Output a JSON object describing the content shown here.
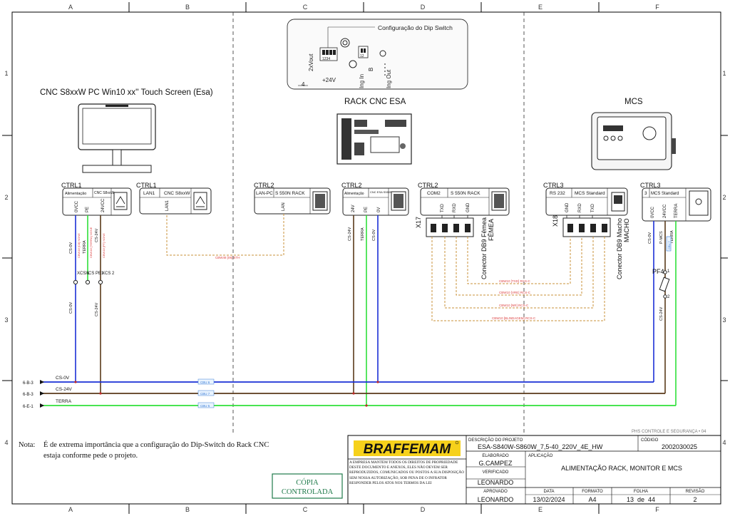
{
  "frame": {
    "columns": [
      "A",
      "B",
      "C",
      "D",
      "E",
      "F"
    ],
    "rows": [
      "1",
      "2",
      "3",
      "4"
    ]
  },
  "devices": {
    "pc_title": "CNC S8xxW PC Win10 xx'' Touch Screen (Esa)",
    "rack_title": "RACK CNC ESA",
    "mcs_title": "MCS",
    "dip_title": "Configuração do Dip Switch",
    "dip_labels": [
      "2xVout",
      "1234",
      "12",
      "+24V",
      "4",
      "Ing In",
      "Ing Out",
      "B"
    ]
  },
  "blocks": {
    "b1": {
      "name": "CTRL1",
      "h1": "Alimentação",
      "h2": "CNC S8xxW",
      "pins": [
        "0VCC",
        "PE",
        "24VCC"
      ]
    },
    "b2": {
      "name": "CTRL1",
      "h1": "LAN1",
      "h2": "CNC S8xxW",
      "pins": [
        "LAN1"
      ]
    },
    "b3": {
      "name": "CTRL2",
      "h1": "LAN-PC",
      "h2": "S 550N RACK",
      "pins": [
        "LAN"
      ]
    },
    "b4": {
      "name": "CTRL2",
      "h1": "Alimentação",
      "h2": "CNC ESA S550N RACK",
      "pins": [
        "24V",
        "PE",
        "0V"
      ]
    },
    "b5": {
      "name": "CTRL2",
      "h1": "COM2",
      "h2": "S 550N RACK",
      "pins": [
        "TXD",
        "RXD",
        "GND"
      ]
    },
    "b6": {
      "name": "CTRL3",
      "h1": "RS 232",
      "h2": "MCS Standard",
      "pins": [
        "GND",
        "RXD",
        "TXD"
      ]
    },
    "b7": {
      "name": "CTRL3",
      "h1": "3",
      "h2": "MCS Standard",
      "pins": [
        "0VCC",
        "24VCC",
        "TERRA"
      ]
    }
  },
  "connectors": {
    "x17": "X17",
    "x18": "X18",
    "x17_desc": "Conector DB9 Fêmea",
    "x17_desc2": "FÊMEA",
    "x18_desc": "Conector DB9 Macho",
    "x18_desc2": "MACHO"
  },
  "wires": {
    "cs0v": "CS-0V",
    "cs24v": "CS-24V",
    "terra": "TERRA",
    "pe": "PE",
    "xcs1": "XCS 1",
    "xpe1": "XCS PE1",
    "xcs2": "XCS 2",
    "pf4": "PF4",
    "pmcs": "P-MCS",
    "pf1": "1",
    "pf2": "2",
    "eth_cable": "CBW48 [06] ETH",
    "txd_cable": "CBW10 [TXD] RCS-C",
    "rxd_cable": "CBW10 [VRE] RCS-C",
    "gnd_cable": "CBW10 [NR] RCS-C",
    "shield_cable": "CBW10 [BLINDAGEM] RCS-C",
    "pc_w1": "CBW18 [C8] NONE",
    "pc_w2": "CBW18 [TERRA] NONE",
    "pc_w3": "CBW18 [PT] NONE",
    "mcs_tag": "CBU 7",
    "bus_tag_0v": "CBU 6",
    "bus_tag_24": "CBU 7",
    "bus_tag_t": "CBU 5"
  },
  "buses": [
    {
      "ref": "6-B-3",
      "label": "CS-0V",
      "color": "#1a2fd6"
    },
    {
      "ref": "6-B-3",
      "label": "CS-24V",
      "color": "#5a3a1a"
    },
    {
      "ref": "6-E-1",
      "label": "TERRA",
      "color": "#2fe03a"
    }
  ],
  "note": {
    "label": "Nota:",
    "line1": "É de extrema importância que a configuração do Dip-Switch do Rack CNC",
    "line2": "estaja conforme pede o projeto."
  },
  "stamp": {
    "line1": "CÓPIA",
    "line2": "CONTROLADA"
  },
  "title_block": {
    "top_right_caption": "PHS CONTROLE E SEGURANÇA • 04",
    "logo": "BRAFFEMAM",
    "disclaimer": "A EMPRESA MANTÉM TODOS OS DIREITOS DE PROPRIEDADE DESTE DOCUMENTO E ANEXOS, ELES NÃO DEVEM SER REPRODUZIDOS, COMUNICADOS OU POSTOS A SUA DISPOSIÇÃO SEM NOSSA AUTORIZAÇÃO, SOB PENA DE O INFRATOR RESPONDER PELOS ATOS NOS TERMOS DA LEI",
    "desc_label": "DESCRIÇÃO DO PROJETO",
    "desc_value": "ESA-S840W-S860W_7,5-40_220V_4E_HW",
    "code_label": "CÓDIGO",
    "code_value": "2002030025",
    "elaborado_label": "ELABORADO",
    "elaborado_value": "G.CAMPEZ",
    "aplicacao_label": "APLICAÇÃO",
    "aplicacao_value": "ALIMENTAÇÃO RACK, MONITOR E MCS",
    "verificado_label": "VERIFICADO",
    "verificado_value": "LEONARDO",
    "aprovado_label": "APROVADO",
    "aprovado_value": "LEONARDO",
    "data_label": "DATA",
    "data_value": "13/02/2024",
    "formato_label": "FORMATO",
    "formato_value": "A4",
    "folha_label": "FOLHA",
    "folha_value": "13  de  44",
    "revisao_label": "REVISÃO",
    "revisao_value": "2"
  }
}
